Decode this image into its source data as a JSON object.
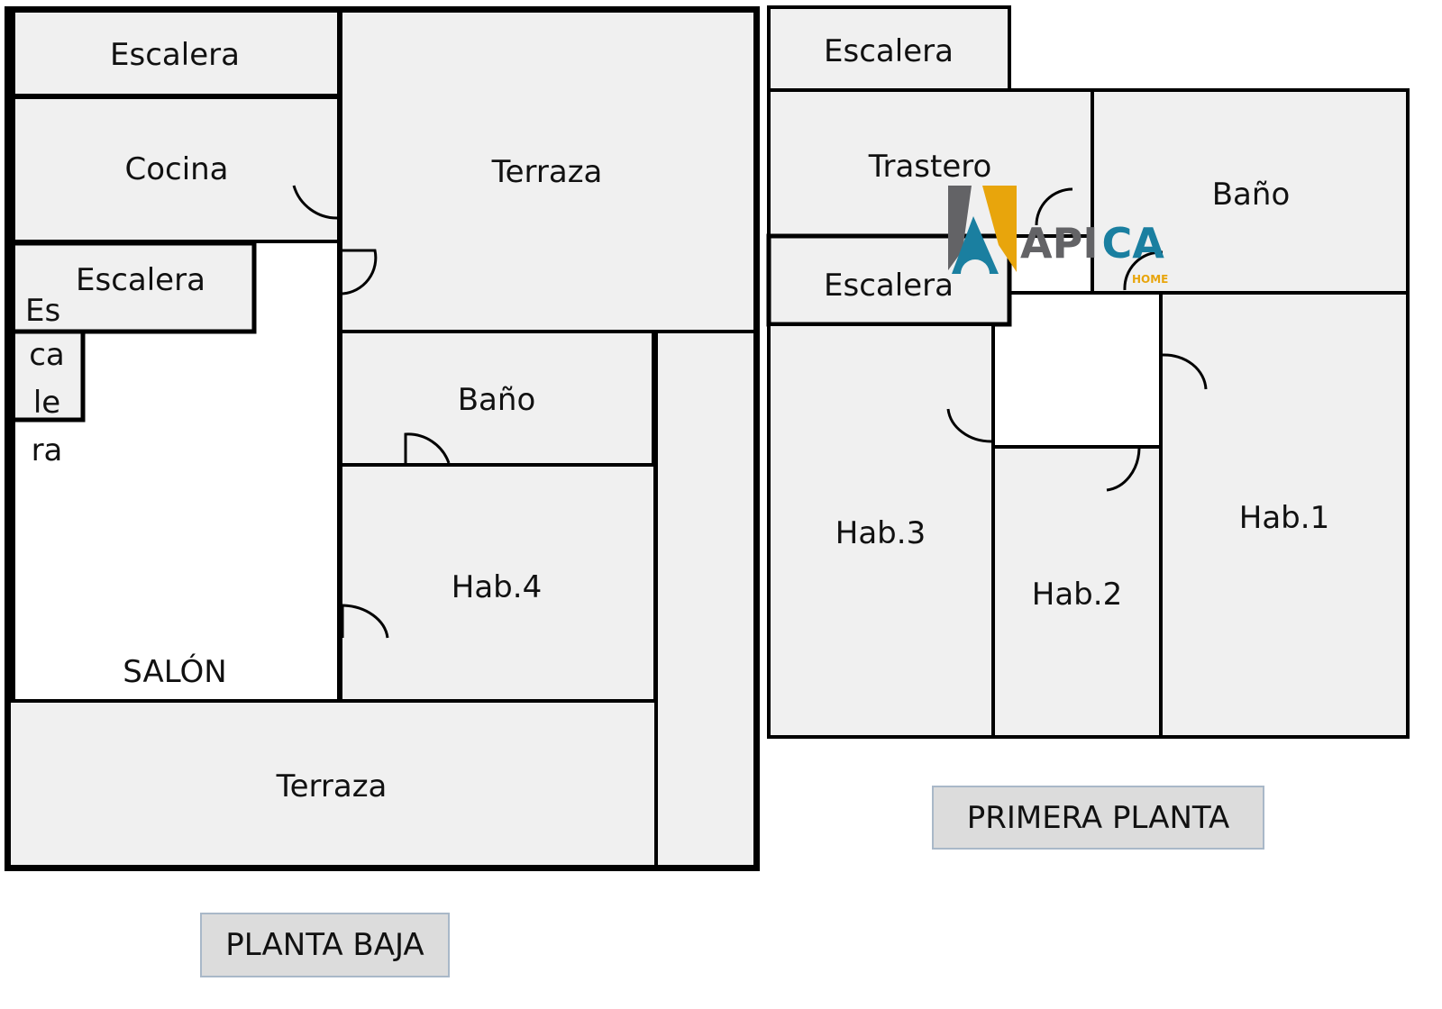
{
  "ground_floor": {
    "title": "PLANTA BAJA",
    "rooms": {
      "stairs_top": "Escalera",
      "kitchen": "Cocina",
      "terrace_top": "Terraza",
      "stairs_mid": "Escalera",
      "stairs_vertical": [
        "Es",
        "ca",
        "le",
        "ra"
      ],
      "living_room": "SALÓN",
      "bathroom": "Baño",
      "bedroom4": "Hab.4",
      "terrace_bottom": "Terraza"
    }
  },
  "first_floor": {
    "title": "PRIMERA PLANTA",
    "rooms": {
      "stairs_top": "Escalera",
      "storage": "Trastero",
      "bathroom": "Baño",
      "stairs_mid": "Escalera",
      "bedroom3": "Hab.3",
      "bedroom2": "Hab.2",
      "bedroom1": "Hab.1"
    }
  },
  "logo": {
    "text": "APICA",
    "subtext": "HOME",
    "colors": {
      "grey": "#636366",
      "blue": "#1a7fa0",
      "yellow": "#e8a50c"
    }
  }
}
